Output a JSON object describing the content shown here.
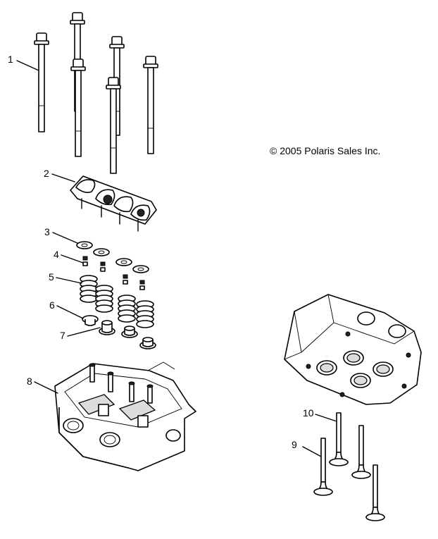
{
  "copyright": "© 2005 Polaris Sales Inc.",
  "callouts": [
    {
      "id": "1",
      "label": "1"
    },
    {
      "id": "2",
      "label": "2"
    },
    {
      "id": "3",
      "label": "3"
    },
    {
      "id": "4",
      "label": "4"
    },
    {
      "id": "5",
      "label": "5"
    },
    {
      "id": "6",
      "label": "6"
    },
    {
      "id": "7",
      "label": "7"
    },
    {
      "id": "8",
      "label": "8"
    },
    {
      "id": "9",
      "label": "9"
    },
    {
      "id": "10",
      "label": "10"
    }
  ]
}
